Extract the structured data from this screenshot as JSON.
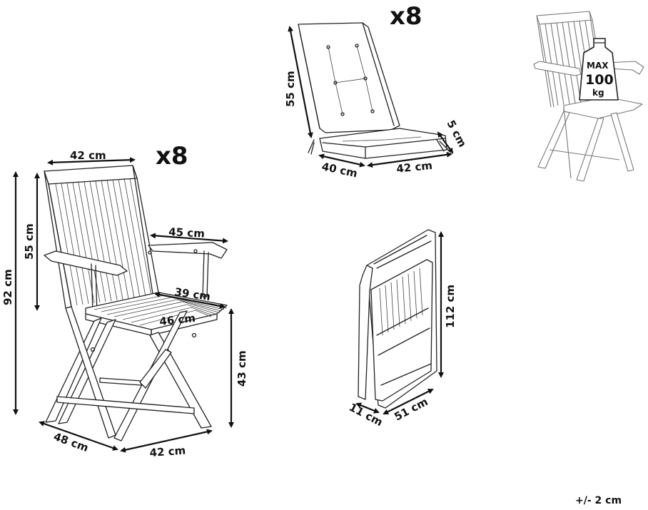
{
  "chair": {
    "quantity": "x8",
    "width_top": "42 cm",
    "height_total": "92 cm",
    "back_height": "55 cm",
    "arm_length": "45 cm",
    "seat_depth": "39 cm",
    "seat_width": "46 cm",
    "seat_height": "43 cm",
    "base_depth": "48 cm",
    "base_width": "42 cm"
  },
  "cushion": {
    "quantity": "x8",
    "back_height": "55 cm",
    "thickness": "5 cm",
    "depth": "40 cm",
    "width": "42 cm"
  },
  "load": {
    "line1": "MAX",
    "line2": "100",
    "line3": "kg"
  },
  "folded": {
    "height": "112 cm",
    "thickness": "11 cm",
    "width": "51 cm"
  },
  "tolerance": "+/- 2 cm"
}
